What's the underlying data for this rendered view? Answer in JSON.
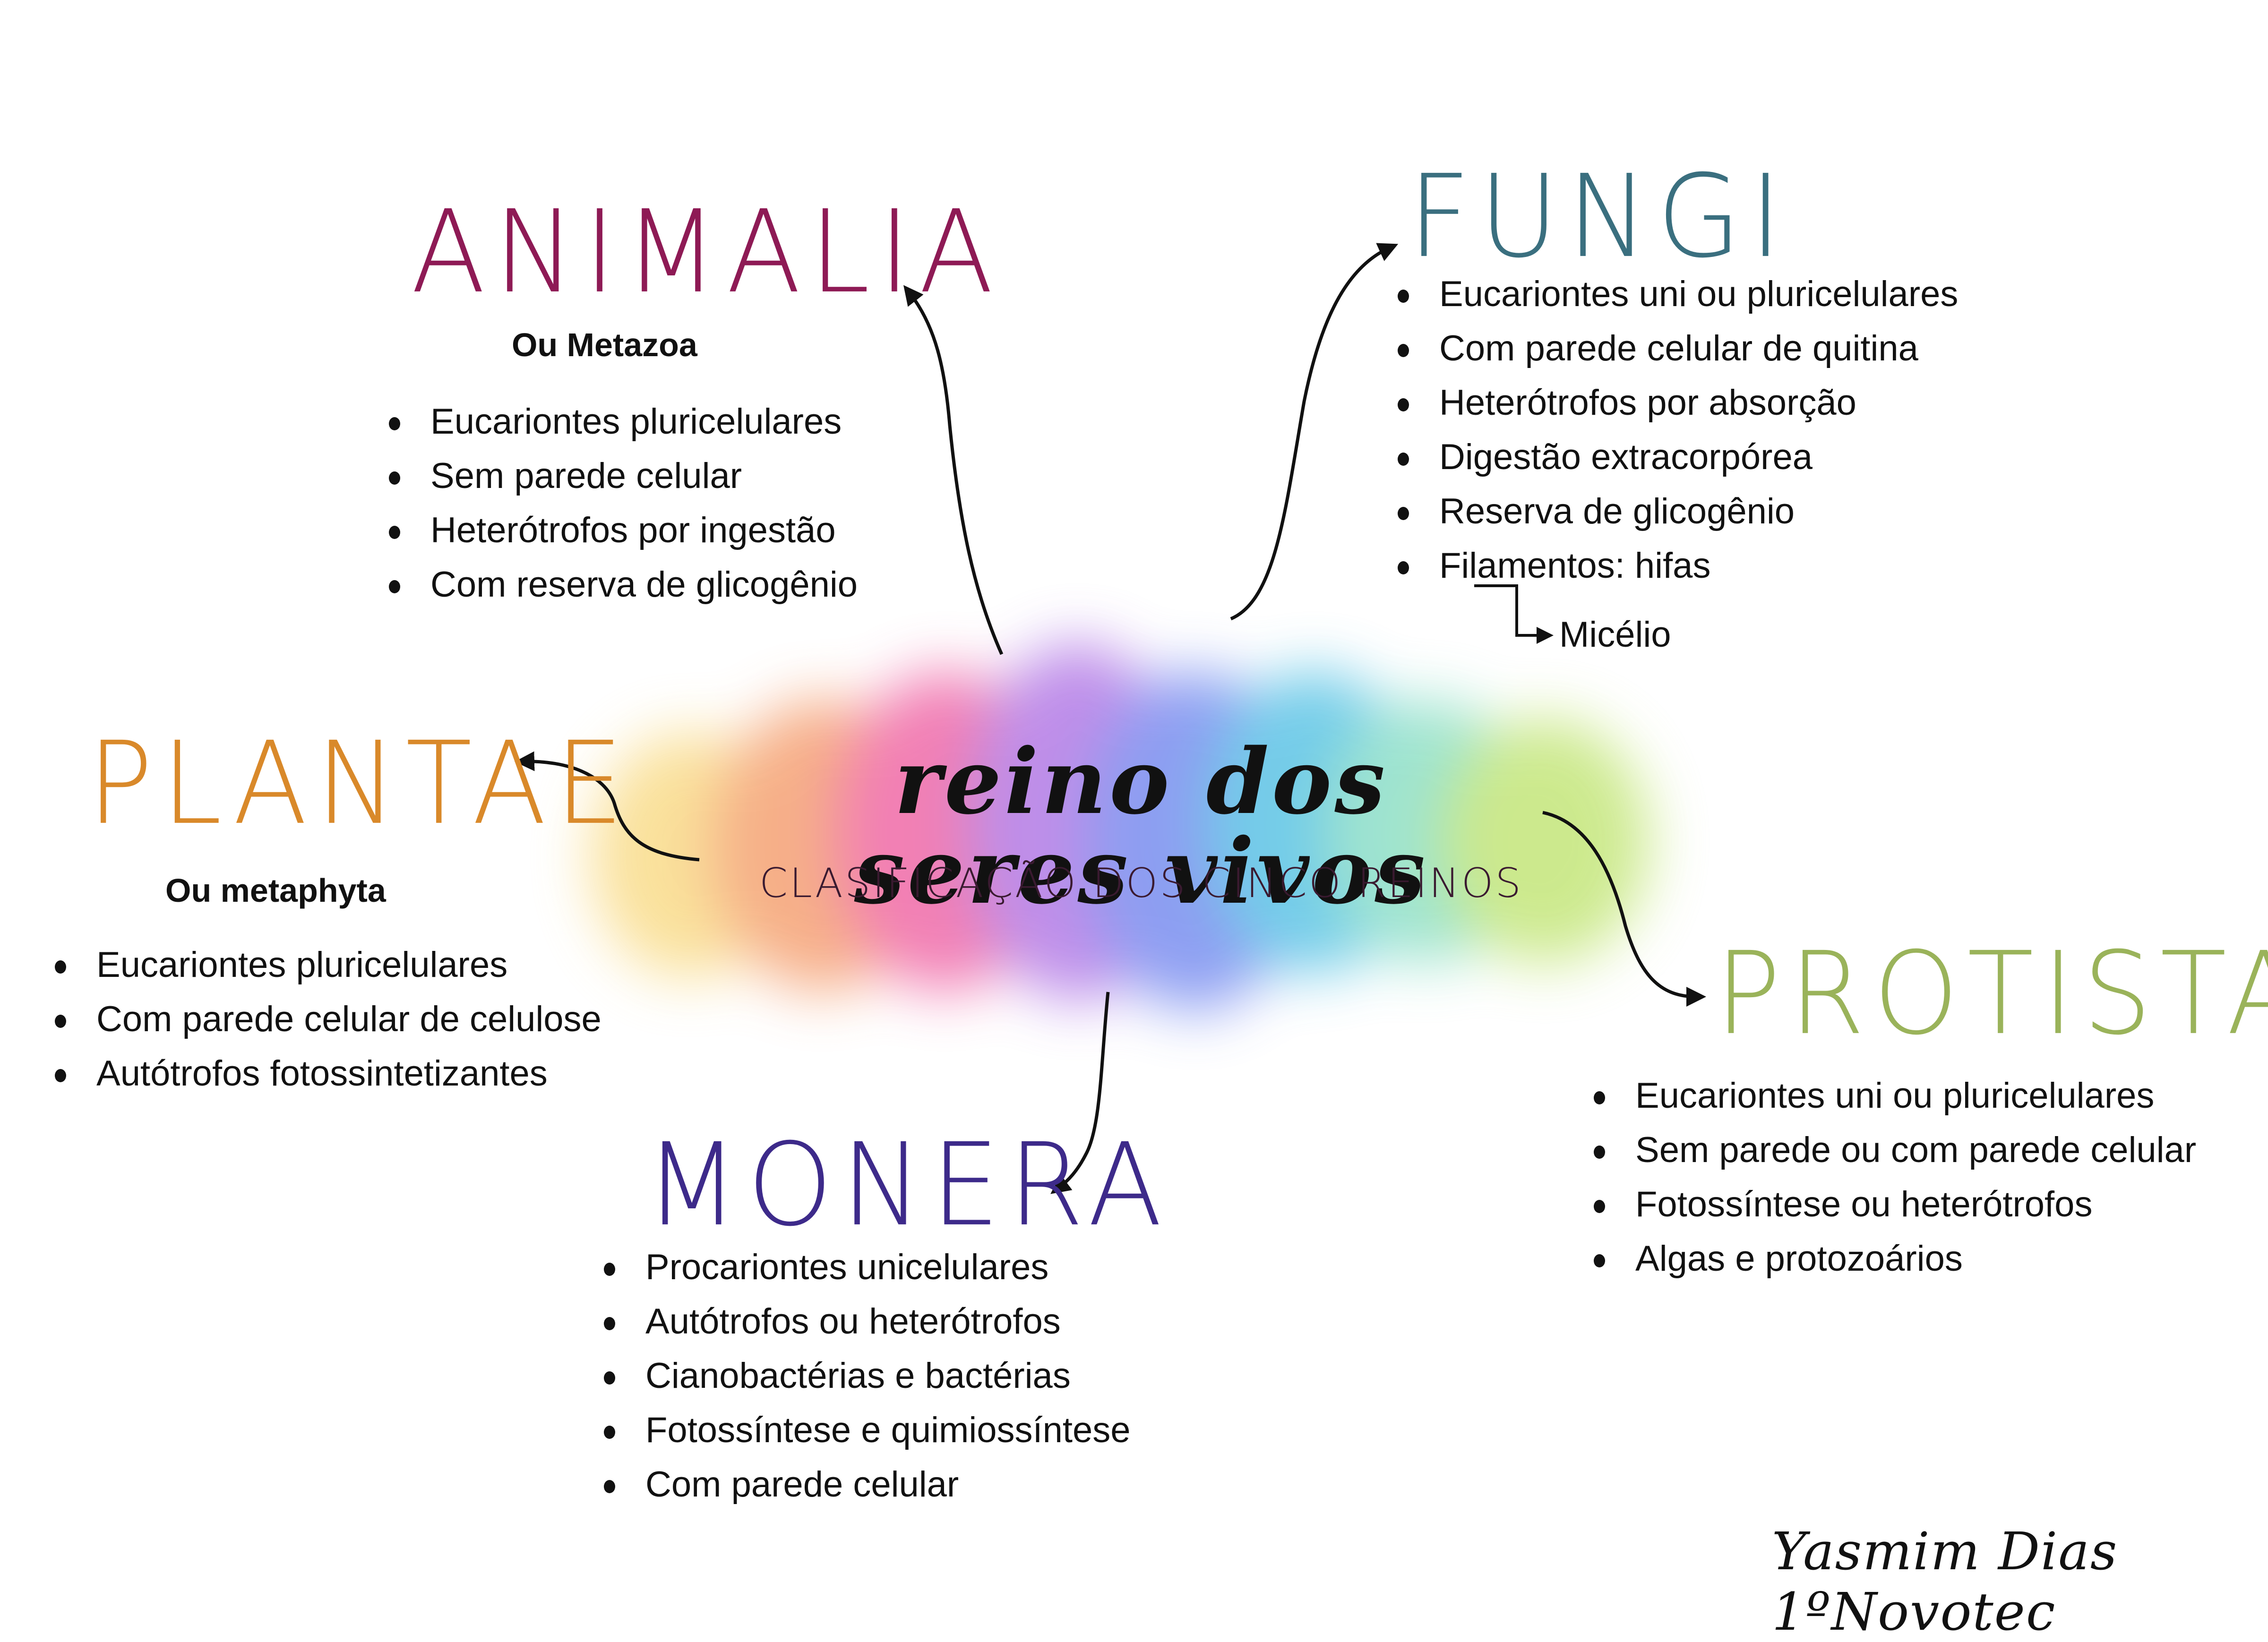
{
  "center": {
    "title": "reino dos seres vivos",
    "subtitle": "CLASIFICAÇÃO DOS CINCO REINOS"
  },
  "kingdoms": {
    "animalia": {
      "title": "ANIMALIA",
      "color": "#8e1a55",
      "subtitle": "Ou Metazoa",
      "items": [
        "Eucariontes pluricelulares",
        "Sem parede celular",
        "Heterótrofos por ingestão",
        "Com reserva de glicogênio"
      ]
    },
    "fungi": {
      "title": "FUNGI",
      "color": "#3a6f7f",
      "items": [
        "Eucariontes uni ou pluricelulares",
        "Com parede celular de quitina",
        "Heterótrofos por absorção",
        "Digestão extracorpórea",
        "Reserva de glicogênio",
        "Filamentos: hifas"
      ],
      "sub_note": "Micélio"
    },
    "plantae": {
      "title": "PLANTAE",
      "color": "#d9892a",
      "subtitle": "Ou metaphyta",
      "items": [
        "Eucariontes pluricelulares",
        "Com parede celular de celulose",
        "Autótrofos fotossintetizantes"
      ]
    },
    "protista": {
      "title": "PROTISTA",
      "color": "#9ab35a",
      "items": [
        "Eucariontes uni ou pluricelulares",
        "Sem parede ou com parede celular",
        "Fotossíntese ou heterótrofos",
        "Algas e protozoários"
      ]
    },
    "monera": {
      "title": "MONERA",
      "color": "#3d2a8a",
      "items": [
        "Procariontes unicelulares",
        "Autótrofos ou heterótrofos",
        "Cianobactérias e bactérias",
        "Fotossíntese e quimiossíntese",
        "Com parede celular"
      ]
    }
  },
  "watercolor_colors": [
    "#f7d27a",
    "#f59a6a",
    "#f06aa8",
    "#b47be6",
    "#7a8ef0",
    "#5cc0e6",
    "#8fe0c8",
    "#b8e27a"
  ],
  "signature": "Yasmim Dias 1ºNovotec"
}
